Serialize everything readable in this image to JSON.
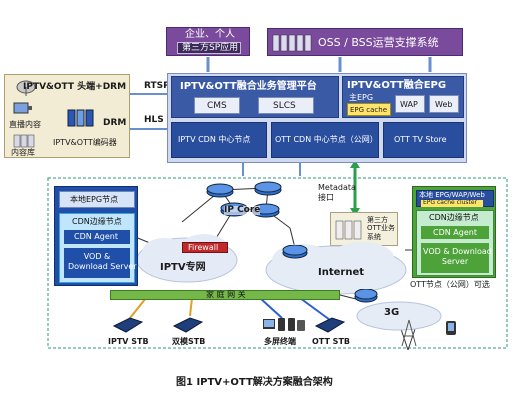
{
  "top": {
    "enterprise_label": "企业、个人",
    "third_party_sp_label": "第三方SP应用",
    "oss_bss_label": "OSS / BSS运营支撑系统"
  },
  "headend": {
    "title": "IPTV&OTT 头端+DRM",
    "live_content": "直播内容",
    "content_library": "内容库",
    "drm": "DRM",
    "encoder": "IPTV&OTT编码器"
  },
  "protocols": {
    "rtsp": "RTSP",
    "hls": "HLS"
  },
  "platform": {
    "mgmt_title": "IPTV&OTT融合业务管理平台",
    "cms": "CMS",
    "slcs": "SLCS",
    "epg_title": "IPTV&OTT融合EPG",
    "main_epg": "主EPG",
    "epg_cache": "EPG cache",
    "wap": "WAP",
    "web": "Web",
    "iptv_cdn_center": "IPTV CDN 中心节点",
    "ott_cdn_center": "OTT CDN 中心节点（公网）",
    "ott_tv_store": "OTT TV Store"
  },
  "network": {
    "ip_core": "IP Core",
    "metadata_interface": "Metadata\n接口",
    "third_party_ott": "第三方\nOTT业务\n系统",
    "firewall": "Firewall",
    "iptv_private_net": "IPTV专网",
    "internet": "Internet",
    "mobile_3g": "3G",
    "home_gateway": "家 庭 网 关"
  },
  "local_node": {
    "epg": "本地EPG节点",
    "cdn_edge": "CDN边缘节点",
    "cdn_agent": "CDN Agent",
    "vod": "VOD &\nDownload Server"
  },
  "ott_node": {
    "header": "本地 EPG/WAP/Web",
    "epg_cache_cluster": "EPG cache cluster",
    "cdn_edge": "CDN边缘节点",
    "cdn_agent": "CDN Agent",
    "vod": "VOD & Download\nServer",
    "caption": "OTT节点（公网）可选"
  },
  "terminals": {
    "iptv_stb": "IPTV STB",
    "dual_stb": "双模STB",
    "multi_screen": "多屏终端",
    "ott_stb": "OTT STB"
  },
  "figure_caption": "图1  IPTV+OTT解决方案融合架构"
}
